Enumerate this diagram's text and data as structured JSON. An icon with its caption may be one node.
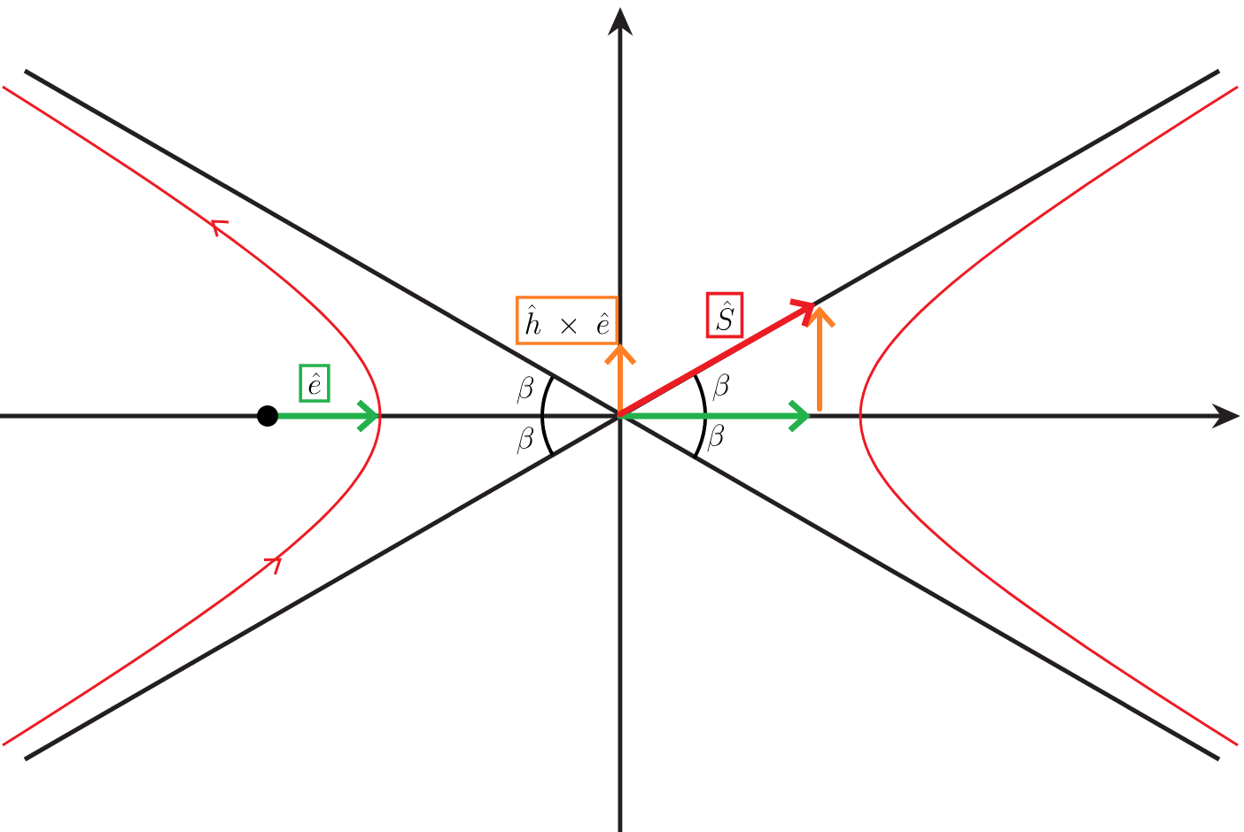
{
  "diagram": {
    "nodes": [
      {
        "text": [
          "\\hat{e}"
        ]
      },
      {
        "text": [
          "\\hat{h}\\;\\times\\;\\hat{e}"
        ]
      },
      {
        "text": [
          "\\hat{S}"
        ]
      }
    ],
    "edges": [],
    "labels": [
      "\\beta",
      "\\beta",
      "\\beta",
      "\\beta"
    ]
  }
}
